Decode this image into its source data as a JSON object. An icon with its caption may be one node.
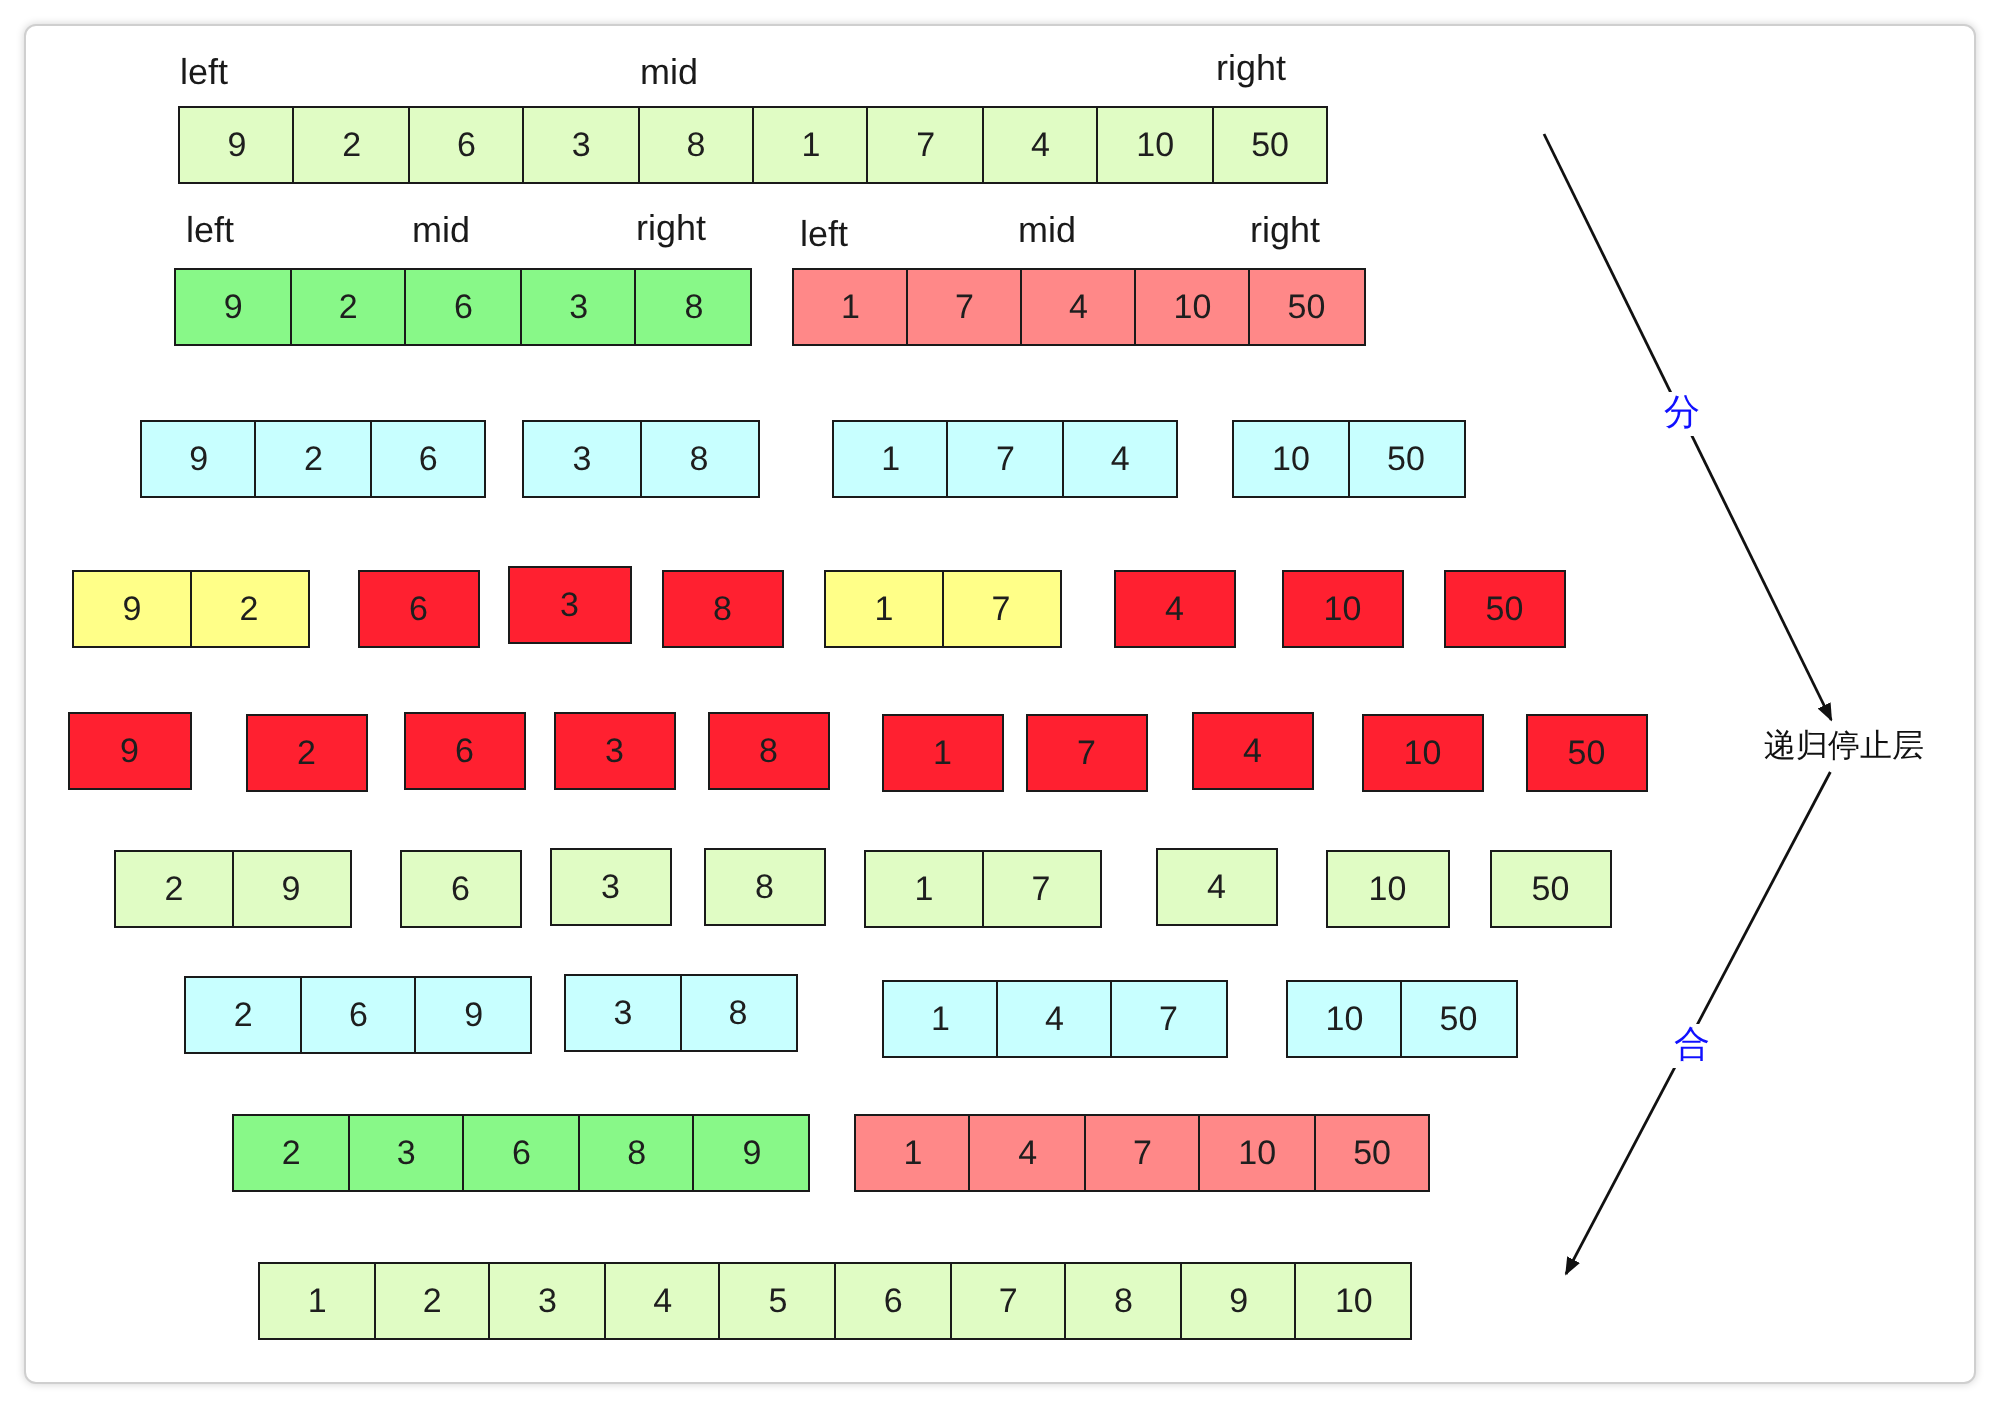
{
  "diagram": {
    "nodes": [
      {
        "text": [
          "9"
        ]
      },
      {
        "text": [
          "2"
        ]
      },
      {
        "text": [
          "6"
        ]
      },
      {
        "text": [
          "3"
        ]
      },
      {
        "text": [
          "8"
        ]
      },
      {
        "text": [
          "1"
        ]
      },
      {
        "text": [
          "7"
        ]
      },
      {
        "text": [
          "4"
        ]
      },
      {
        "text": [
          "10"
        ]
      },
      {
        "text": [
          "50"
        ]
      },
      {
        "text": [
          "9"
        ]
      },
      {
        "text": [
          "2"
        ]
      },
      {
        "text": [
          "6"
        ]
      },
      {
        "text": [
          "3"
        ]
      },
      {
        "text": [
          "8"
        ]
      },
      {
        "text": [
          "1"
        ]
      },
      {
        "text": [
          "7"
        ]
      },
      {
        "text": [
          "4"
        ]
      },
      {
        "text": [
          "10"
        ]
      },
      {
        "text": [
          "50"
        ]
      },
      {
        "text": [
          "9"
        ]
      },
      {
        "text": [
          "2"
        ]
      },
      {
        "text": [
          "6"
        ]
      },
      {
        "text": [
          "3"
        ]
      },
      {
        "text": [
          "8"
        ]
      },
      {
        "text": [
          "1"
        ]
      },
      {
        "text": [
          "7"
        ]
      },
      {
        "text": [
          "4"
        ]
      },
      {
        "text": [
          "10"
        ]
      },
      {
        "text": [
          "50"
        ]
      },
      {
        "text": [
          "9"
        ]
      },
      {
        "text": [
          "2"
        ]
      },
      {
        "text": [
          "6"
        ]
      },
      {
        "text": [
          "3"
        ]
      },
      {
        "text": [
          "8"
        ]
      },
      {
        "text": [
          "1"
        ]
      },
      {
        "text": [
          "7"
        ]
      },
      {
        "text": [
          "4"
        ]
      },
      {
        "text": [
          "10"
        ]
      },
      {
        "text": [
          "50"
        ]
      },
      {
        "text": [
          "9"
        ]
      },
      {
        "text": [
          "2"
        ]
      },
      {
        "text": [
          "6"
        ]
      },
      {
        "text": [
          "3"
        ]
      },
      {
        "text": [
          "8"
        ]
      },
      {
        "text": [
          "1"
        ]
      },
      {
        "text": [
          "7"
        ]
      },
      {
        "text": [
          "4"
        ]
      },
      {
        "text": [
          "10"
        ]
      },
      {
        "text": [
          "50"
        ]
      },
      {
        "text": [
          "2"
        ]
      },
      {
        "text": [
          "9"
        ]
      },
      {
        "text": [
          "6"
        ]
      },
      {
        "text": [
          "3"
        ]
      },
      {
        "text": [
          "8"
        ]
      },
      {
        "text": [
          "1"
        ]
      },
      {
        "text": [
          "7"
        ]
      },
      {
        "text": [
          "4"
        ]
      },
      {
        "text": [
          "10"
        ]
      },
      {
        "text": [
          "50"
        ]
      },
      {
        "text": [
          "2"
        ]
      },
      {
        "text": [
          "6"
        ]
      },
      {
        "text": [
          "9"
        ]
      },
      {
        "text": [
          "3"
        ]
      },
      {
        "text": [
          "8"
        ]
      },
      {
        "text": [
          "1"
        ]
      },
      {
        "text": [
          "4"
        ]
      },
      {
        "text": [
          "7"
        ]
      },
      {
        "text": [
          "10"
        ]
      },
      {
        "text": [
          "50"
        ]
      },
      {
        "text": [
          "2"
        ]
      },
      {
        "text": [
          "3"
        ]
      },
      {
        "text": [
          "6"
        ]
      },
      {
        "text": [
          "8"
        ]
      },
      {
        "text": [
          "9"
        ]
      },
      {
        "text": [
          "1"
        ]
      },
      {
        "text": [
          "4"
        ]
      },
      {
        "text": [
          "7"
        ]
      },
      {
        "text": [
          "10"
        ]
      },
      {
        "text": [
          "50"
        ]
      },
      {
        "text": [
          "1"
        ]
      },
      {
        "text": [
          "2"
        ]
      },
      {
        "text": [
          "3"
        ]
      },
      {
        "text": [
          "4"
        ]
      },
      {
        "text": [
          "5"
        ]
      },
      {
        "text": [
          "6"
        ]
      },
      {
        "text": [
          "7"
        ]
      },
      {
        "text": [
          "8"
        ]
      },
      {
        "text": [
          "9"
        ]
      },
      {
        "text": [
          "10"
        ]
      },
      {
        "text": [
          "递归停止层"
        ]
      }
    ],
    "edges": [
      {
        "from": null,
        "to": 90,
        "arrow": "to",
        "label": "分"
      },
      {
        "from": 90,
        "to": null,
        "arrow": "to",
        "label": "合"
      }
    ],
    "labels": [
      "left",
      "mid",
      "right",
      "left",
      "mid",
      "right",
      "left",
      "mid",
      "right"
    ]
  }
}
